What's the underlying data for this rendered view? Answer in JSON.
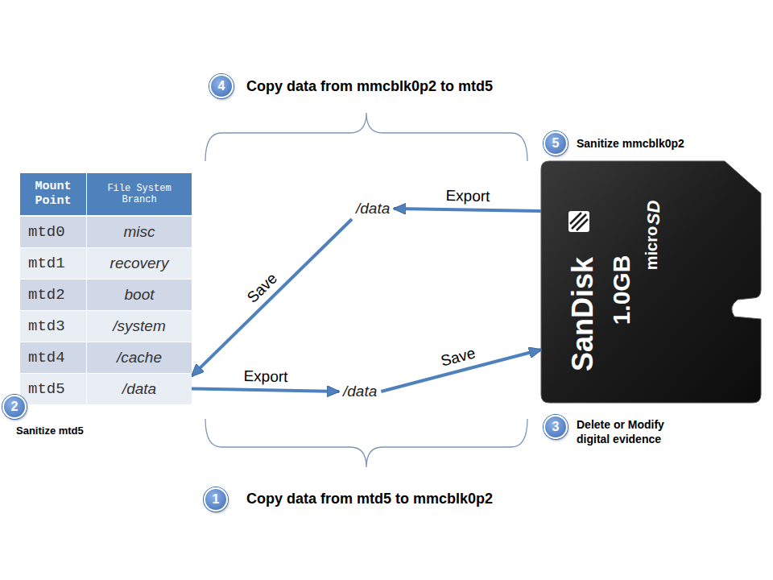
{
  "diagram": {
    "nodes": [
      {
        "text": [
          "Mount Point",
          "File System Branch"
        ]
      },
      {
        "text": [
          "mtd0",
          "misc"
        ],
        "in": 0
      },
      {
        "text": [
          "mtd1",
          "recovery"
        ],
        "in": 0
      },
      {
        "text": [
          "mtd2",
          "boot"
        ],
        "in": 0
      },
      {
        "text": [
          "mtd3",
          "/system"
        ],
        "in": 0
      },
      {
        "text": [
          "mtd4",
          "/cache"
        ],
        "in": 0
      },
      {
        "text": [
          "mtd5",
          "/data"
        ],
        "in": 0
      },
      {
        "text": [
          "/data"
        ]
      },
      {
        "text": [
          "/data"
        ]
      },
      {
        "text": [
          "SanDisk",
          "1.0GB",
          "micro",
          "SD"
        ]
      }
    ],
    "edges": [
      {
        "from": 6,
        "to": 8,
        "label": "Export",
        "arrow": "to"
      },
      {
        "from": 8,
        "to": 9,
        "label": "Save",
        "arrow": "to"
      },
      {
        "from": 9,
        "to": 7,
        "label": "Export",
        "arrow": "to"
      },
      {
        "from": 7,
        "to": 6,
        "label": "Save",
        "arrow": "to"
      }
    ],
    "labels": [
      "4",
      "Copy data from mmcblk0p2 to mtd5",
      "5",
      "Sanitize mmcblk0p2",
      "2",
      "Sanitize mtd5",
      "3",
      "Delete or Modify digital evidence",
      "1",
      "Copy data from mtd5 to mmcblk0p2"
    ]
  }
}
